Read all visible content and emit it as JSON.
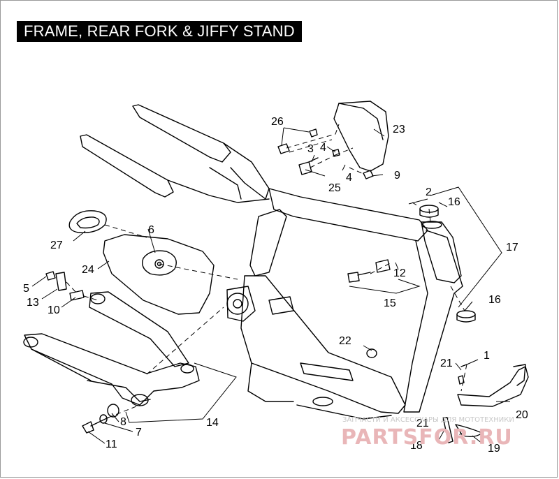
{
  "title": "FRAME, REAR FORK & JIFFY STAND",
  "callouts": [
    "2",
    "3",
    "4",
    "4",
    "5",
    "6",
    "7",
    "8",
    "9",
    "10",
    "11",
    "12",
    "13",
    "14",
    "15",
    "16",
    "16",
    "17",
    "18",
    "19",
    "20",
    "21",
    "21",
    "22",
    "23",
    "24",
    "25",
    "26",
    "27",
    "1"
  ],
  "watermark": {
    "line1": "ЗАПЧАСТИ И АКСЕССУАРЫ ДЛЯ МОТОТЕХНИКИ",
    "line2": "PARTSFOR.RU"
  }
}
